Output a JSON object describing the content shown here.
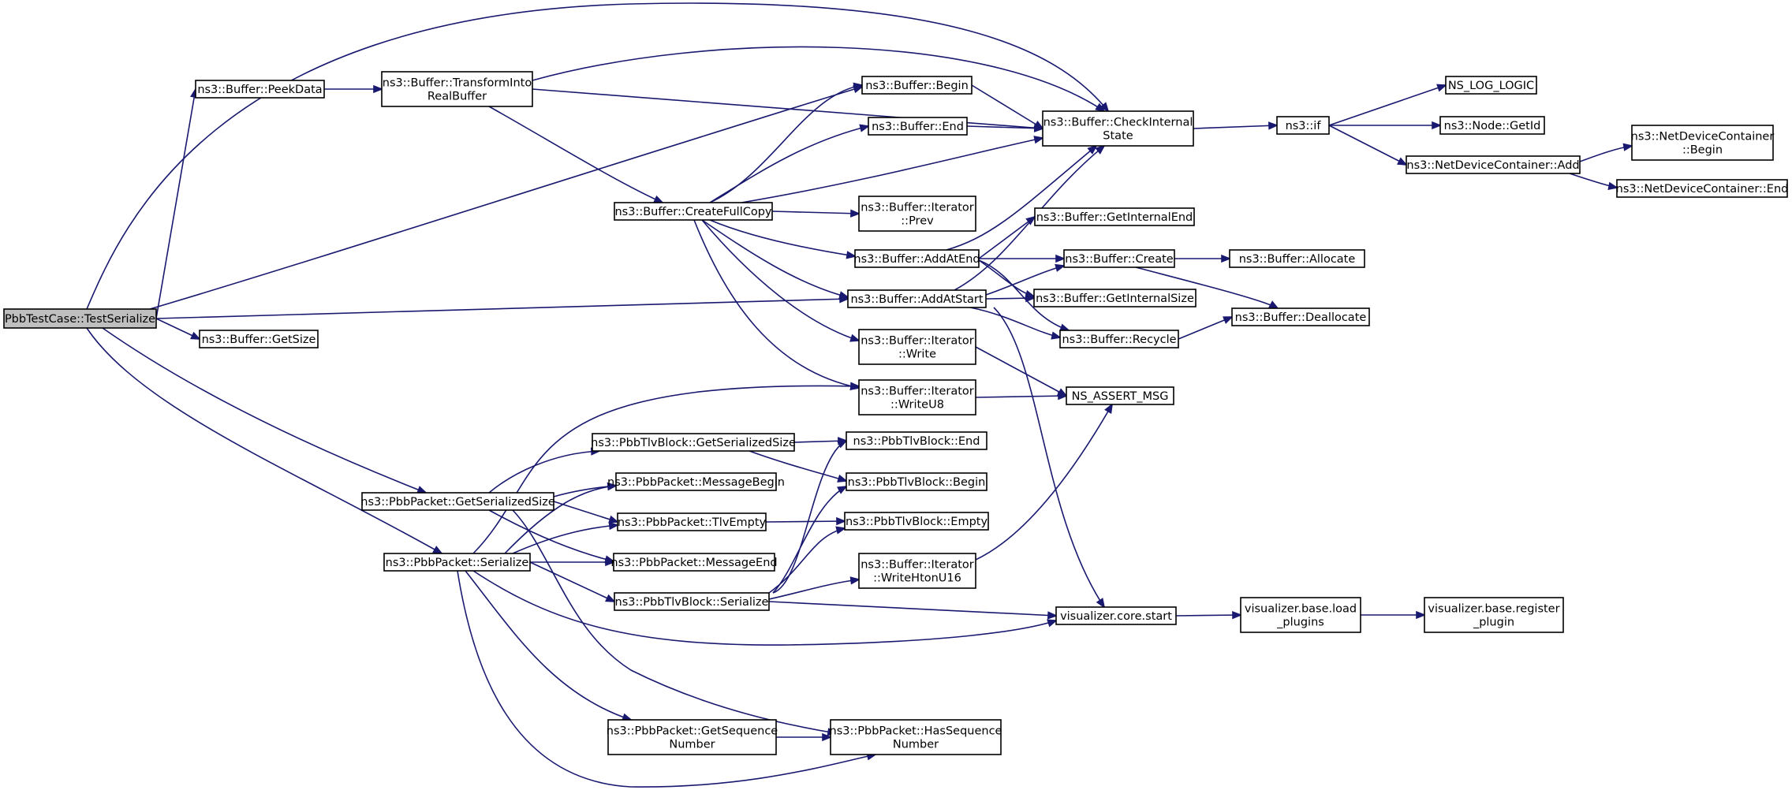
{
  "diagram_title": "",
  "nodes": [
    {
      "id": "root",
      "lines": [
        "PbbTestCase::TestSerialize"
      ],
      "root": true
    },
    {
      "id": "peekdata",
      "lines": [
        "ns3::Buffer::PeekData"
      ]
    },
    {
      "id": "transform",
      "lines": [
        "ns3::Buffer::TransformInto",
        "RealBuffer"
      ]
    },
    {
      "id": "getsize",
      "lines": [
        "ns3::Buffer::GetSize"
      ]
    },
    {
      "id": "pkt_getser",
      "lines": [
        "ns3::PbbPacket::GetSerializedSize"
      ]
    },
    {
      "id": "pkt_serialize",
      "lines": [
        "ns3::PbbPacket::Serialize"
      ]
    },
    {
      "id": "createfull",
      "lines": [
        "ns3::Buffer::CreateFullCopy"
      ]
    },
    {
      "id": "tlvb_getser",
      "lines": [
        "ns3::PbbTlvBlock::GetSerializedSize"
      ]
    },
    {
      "id": "msgbegin",
      "lines": [
        "ns3::PbbPacket::MessageBegin"
      ]
    },
    {
      "id": "tlvempty",
      "lines": [
        "ns3::PbbPacket::TlvEmpty"
      ]
    },
    {
      "id": "msgend",
      "lines": [
        "ns3::PbbPacket::MessageEnd"
      ]
    },
    {
      "id": "tlvb_serialize",
      "lines": [
        "ns3::PbbTlvBlock::Serialize"
      ]
    },
    {
      "id": "getseq",
      "lines": [
        "ns3::PbbPacket::GetSequence",
        "Number"
      ]
    },
    {
      "id": "buf_begin",
      "lines": [
        "ns3::Buffer::Begin"
      ]
    },
    {
      "id": "buf_end",
      "lines": [
        "ns3::Buffer::End"
      ]
    },
    {
      "id": "iter_prev",
      "lines": [
        "ns3::Buffer::Iterator",
        "::Prev"
      ]
    },
    {
      "id": "addatend",
      "lines": [
        "ns3::Buffer::AddAtEnd"
      ]
    },
    {
      "id": "addatstart",
      "lines": [
        "ns3::Buffer::AddAtStart"
      ]
    },
    {
      "id": "iter_write",
      "lines": [
        "ns3::Buffer::Iterator",
        "::Write"
      ]
    },
    {
      "id": "iter_writeu8",
      "lines": [
        "ns3::Buffer::Iterator",
        "::WriteU8"
      ]
    },
    {
      "id": "tlvb_end",
      "lines": [
        "ns3::PbbTlvBlock::End"
      ]
    },
    {
      "id": "tlvb_begin",
      "lines": [
        "ns3::PbbTlvBlock::Begin"
      ]
    },
    {
      "id": "tlvb_empty",
      "lines": [
        "ns3::PbbTlvBlock::Empty"
      ]
    },
    {
      "id": "iter_writehton",
      "lines": [
        "ns3::Buffer::Iterator",
        "::WriteHtonU16"
      ]
    },
    {
      "id": "hasseq",
      "lines": [
        "ns3::PbbPacket::HasSequence",
        "Number"
      ]
    },
    {
      "id": "checkinternal",
      "lines": [
        "ns3::Buffer::CheckInternal",
        "State"
      ]
    },
    {
      "id": "getinternalend",
      "lines": [
        "ns3::Buffer::GetInternalEnd"
      ]
    },
    {
      "id": "buf_create",
      "lines": [
        "ns3::Buffer::Create"
      ]
    },
    {
      "id": "getinternalsize",
      "lines": [
        "ns3::Buffer::GetInternalSize"
      ]
    },
    {
      "id": "recycle",
      "lines": [
        "ns3::Buffer::Recycle"
      ]
    },
    {
      "id": "assertmsg",
      "lines": [
        "NS_ASSERT_MSG"
      ]
    },
    {
      "id": "vcore_start",
      "lines": [
        "visualizer.core.start"
      ]
    },
    {
      "id": "ns3_if",
      "lines": [
        "ns3::if"
      ]
    },
    {
      "id": "allocate",
      "lines": [
        "ns3::Buffer::Allocate"
      ]
    },
    {
      "id": "deallocate",
      "lines": [
        "ns3::Buffer::Deallocate"
      ]
    },
    {
      "id": "vbase_load",
      "lines": [
        "visualizer.base.load",
        "_plugins"
      ]
    },
    {
      "id": "loglogic",
      "lines": [
        "NS_LOG_LOGIC"
      ]
    },
    {
      "id": "node_getid",
      "lines": [
        "ns3::Node::GetId"
      ]
    },
    {
      "id": "ndc_add",
      "lines": [
        "ns3::NetDeviceContainer::Add"
      ]
    },
    {
      "id": "vbase_register",
      "lines": [
        "visualizer.base.register",
        "_plugin"
      ]
    },
    {
      "id": "ndc_begin",
      "lines": [
        "ns3::NetDeviceContainer",
        "::Begin"
      ]
    },
    {
      "id": "ndc_end",
      "lines": [
        "ns3::NetDeviceContainer::End"
      ]
    }
  ],
  "edges": [
    [
      "root",
      "peekdata"
    ],
    [
      "root",
      "checkinternal"
    ],
    [
      "root",
      "buf_begin"
    ],
    [
      "root",
      "addatstart"
    ],
    [
      "root",
      "getsize"
    ],
    [
      "root",
      "pkt_getser"
    ],
    [
      "root",
      "pkt_serialize"
    ],
    [
      "peekdata",
      "transform"
    ],
    [
      "peekdata",
      "checkinternal"
    ],
    [
      "transform",
      "checkinternal"
    ],
    [
      "transform",
      "createfull"
    ],
    [
      "createfull",
      "buf_begin"
    ],
    [
      "createfull",
      "buf_end"
    ],
    [
      "createfull",
      "checkinternal"
    ],
    [
      "createfull",
      "iter_prev"
    ],
    [
      "createfull",
      "addatend"
    ],
    [
      "createfull",
      "addatstart"
    ],
    [
      "createfull",
      "iter_write"
    ],
    [
      "createfull",
      "iter_writeu8"
    ],
    [
      "buf_begin",
      "checkinternal"
    ],
    [
      "buf_end",
      "checkinternal"
    ],
    [
      "addatend",
      "checkinternal"
    ],
    [
      "addatend",
      "getinternalend"
    ],
    [
      "addatend",
      "buf_create"
    ],
    [
      "addatend",
      "getinternalsize"
    ],
    [
      "addatend",
      "recycle"
    ],
    [
      "addatstart",
      "checkinternal"
    ],
    [
      "addatstart",
      "buf_create"
    ],
    [
      "addatstart",
      "getinternalsize"
    ],
    [
      "addatstart",
      "recycle"
    ],
    [
      "addatstart",
      "vcore_start"
    ],
    [
      "iter_write",
      "assertmsg"
    ],
    [
      "iter_writeu8",
      "assertmsg"
    ],
    [
      "iter_writehton",
      "assertmsg"
    ],
    [
      "pkt_getser",
      "tlvb_getser"
    ],
    [
      "pkt_getser",
      "msgbegin"
    ],
    [
      "pkt_getser",
      "tlvempty"
    ],
    [
      "pkt_getser",
      "msgend"
    ],
    [
      "pkt_getser",
      "hasseq"
    ],
    [
      "pkt_serialize",
      "iter_writeu8"
    ],
    [
      "pkt_serialize",
      "msgbegin"
    ],
    [
      "pkt_serialize",
      "tlvempty"
    ],
    [
      "pkt_serialize",
      "msgend"
    ],
    [
      "pkt_serialize",
      "tlvb_serialize"
    ],
    [
      "pkt_serialize",
      "vcore_start"
    ],
    [
      "pkt_serialize",
      "getseq"
    ],
    [
      "pkt_serialize",
      "hasseq"
    ],
    [
      "tlvb_getser",
      "tlvb_end"
    ],
    [
      "tlvb_getser",
      "tlvb_begin"
    ],
    [
      "tlvempty",
      "tlvb_empty"
    ],
    [
      "tlvb_serialize",
      "tlvb_end"
    ],
    [
      "tlvb_serialize",
      "tlvb_begin"
    ],
    [
      "tlvb_serialize",
      "tlvb_empty"
    ],
    [
      "tlvb_serialize",
      "iter_writehton"
    ],
    [
      "tlvb_serialize",
      "vcore_start"
    ],
    [
      "getseq",
      "hasseq"
    ],
    [
      "checkinternal",
      "ns3_if"
    ],
    [
      "ns3_if",
      "loglogic"
    ],
    [
      "ns3_if",
      "node_getid"
    ],
    [
      "ns3_if",
      "ndc_add"
    ],
    [
      "ndc_add",
      "ndc_begin"
    ],
    [
      "ndc_add",
      "ndc_end"
    ],
    [
      "buf_create",
      "allocate"
    ],
    [
      "buf_create",
      "deallocate"
    ],
    [
      "recycle",
      "deallocate"
    ],
    [
      "vcore_start",
      "vbase_load"
    ],
    [
      "vbase_load",
      "vbase_register"
    ]
  ]
}
